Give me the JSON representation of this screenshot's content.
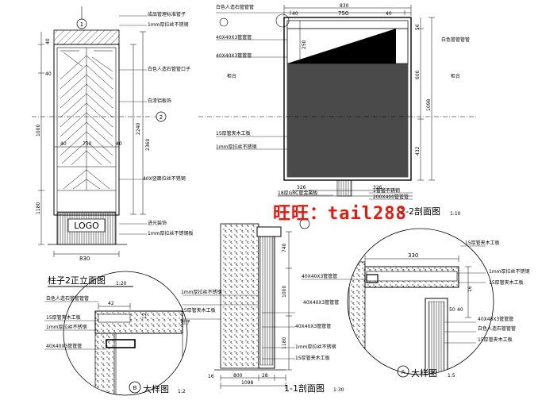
{
  "title_elevation": "柱子2正立面图",
  "scale_elevation": "1:20",
  "title_section22": "2-2剖面图",
  "scale_section22": "1:10",
  "title_section11": "1-1剖面图",
  "scale_section11": "1:30",
  "title_detailA": "大样图",
  "scale_detailA": "1:5",
  "marker_A": "A",
  "title_detailB": "大样图",
  "scale_detailB": "1:2",
  "marker_B": "B",
  "watermark": "旺旺：tail288",
  "logo_text": "LOGO",
  "marker_1": "1",
  "marker_2": "2",
  "elev": {
    "dim_top": "40",
    "dim_left_top": "40",
    "dim_inner1": "40",
    "dim_inner2": "750",
    "dim_inner3": "40",
    "dim_1000": "1000",
    "dim_1180": "1180",
    "dim_2240": "2240",
    "dim_2360": "2360",
    "dim_830": "830",
    "lbl1": "成品管理标准管子",
    "lbl2": "1mm厚拉丝不锈钢",
    "lbl3": "白色人造石管管口子",
    "lbl4": "白漆铝板饰",
    "lbl5": "40X竖面拉丝不锈钢",
    "lbl6": "进光装饰",
    "lbl7": "1mm厚拉丝不锈钢板"
  },
  "s22": {
    "dim_40a": "40",
    "dim_750": "750",
    "dim_40b": "40",
    "dim_830": "830",
    "dim_56": "56",
    "dim_250": "250",
    "dim_600": "600",
    "dim_1098": "1098",
    "dim_432": "432",
    "dim_326a": "326",
    "dim_326b": "326",
    "lbl_top": "白色人造石管管管",
    "lbl1": "40X40X3管管管",
    "lbl2": "40X40X3管管管",
    "lbl_left": "柜台",
    "lbl_right": "柜台",
    "lbl3": "15厚管夹木工板",
    "lbl4": "1mm厚拉丝不锈钢",
    "lbl5": "18厚GRC管金属板",
    "lbl6": "1管管不锈钢",
    "lbl7": "200X400管管管",
    "lbl8": "白色管管管管"
  },
  "s11": {
    "dim_740": "740",
    "dim_1000": "1000",
    "dim_1180": "1180",
    "dim_16": "16",
    "dim_800": "800",
    "dim_28": "28",
    "dim_1098": "1098",
    "lbl1": "1mm厚拉丝不锈钢",
    "lbl2": "15厚管夹木工板",
    "lbl3": "柱子",
    "lbl4": "40X40X3管管管",
    "lbl5": "40X40X3管管管",
    "lbl6": "1mm厚拉丝不锈钢",
    "lbl7": "15厚管夹木工板"
  },
  "dA": {
    "dim_330": "330",
    "dim_50": "50",
    "dim_40": "40",
    "dim_16": "16",
    "lbl1": "15厚管夹木工板",
    "lbl2": "40X40X3管管管",
    "lbl3": "1mm厚拉丝不锈钢",
    "lbl4": "15厚管夹木工板",
    "lbl5": "40X40X3管管管",
    "lbl6": "白色人造石管管管",
    "lbl7": "15厚管夹木工板"
  },
  "dB": {
    "dim_42": "42",
    "dim_12": "12",
    "lbl1": "白色人造石管管管管",
    "lbl2": "15厚管夹木工板",
    "lbl3": "1mm厚拉丝不锈钢",
    "lbl4": "40X40X3管管管"
  },
  "colors": {
    "ink": "#000000",
    "fill_dark": "#4a4a4a",
    "watermark": "#e8180c"
  }
}
